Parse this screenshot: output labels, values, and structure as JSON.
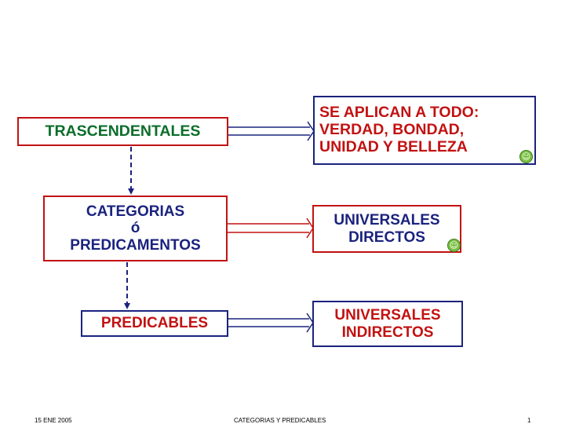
{
  "boxes": {
    "trascendentales": {
      "lines": [
        "TRASCENDENTALES"
      ]
    },
    "se_aplican": {
      "lines": [
        "SE APLICAN A TODO:",
        "VERDAD, BONDAD,",
        "UNIDAD Y BELLEZA"
      ]
    },
    "categorias": {
      "lines": [
        "CATEGORIAS",
        "ó",
        "PREDICAMENTOS"
      ]
    },
    "universales_directos": {
      "lines": [
        "UNIVERSALES",
        "DIRECTOS"
      ]
    },
    "predicables": {
      "lines": [
        "PREDICABLES"
      ]
    },
    "universales_indirectos": {
      "lines": [
        "UNIVERSALES",
        "INDIRECTOS"
      ]
    }
  },
  "icons": {
    "action_button": "smiley-face-icon",
    "glyph": "☺"
  },
  "colors": {
    "red": "#c21212",
    "navy": "#1a237e",
    "green": "#0b6e2a",
    "icon_green": "#7ac143"
  },
  "footer": {
    "date": "15 ENE 2005",
    "title": "CATEGORIAS  Y PREDICABLES",
    "page": "1"
  }
}
